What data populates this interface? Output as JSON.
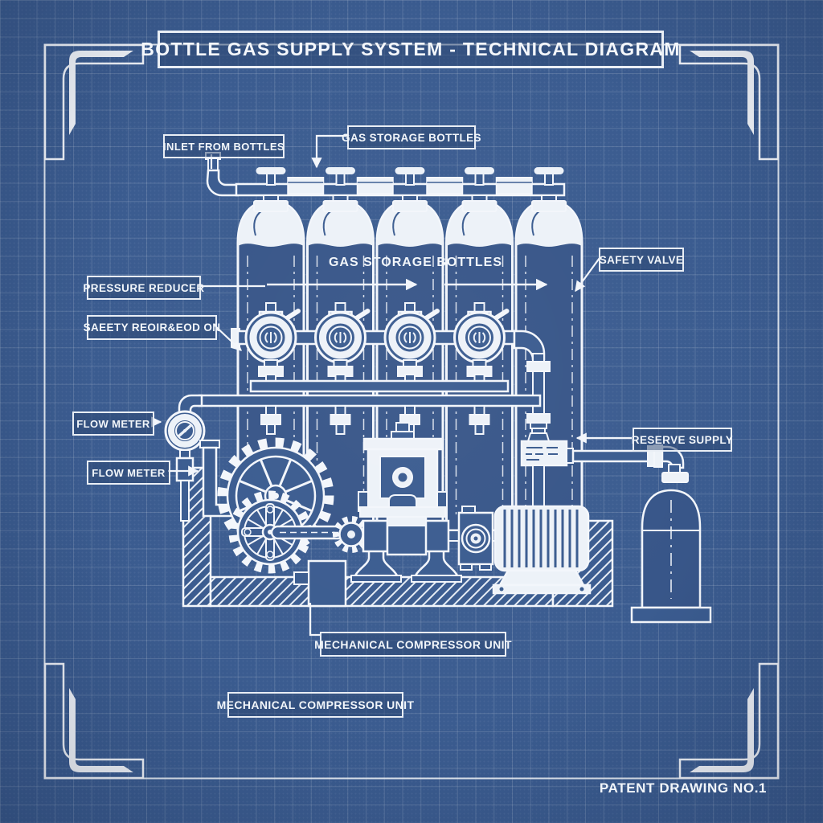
{
  "header": {
    "title": "BOTTLE GAS SUPPLY SYSTEM - TECHNICAL DIAGRAM"
  },
  "labels": {
    "inlet_from_bottles": "INLET FROM BOTTLES",
    "gas_storage_bottles_top": "GAS STORAGE BOTTLES",
    "gas_storage_bottles_overlay": "GAS STORAGE BOTTLES",
    "safety_valve": "SAFETY VALVE",
    "pressure_reducer": "PRESSURE REDUCER",
    "safety_regulator_garbled": "SAEETY REOIR&EOD ON",
    "flow_meter_upper": "FLOW METER",
    "flow_meter_lower": "FLOW METER",
    "reserve_supply": "RESERVE SUPPLY",
    "mechanical_compressor_callout": "MECHANICAL COMPRESSOR UNIT",
    "mechanical_compressor_bottom": "MECHANICAL COMPRESSOR UNIT"
  },
  "footer": {
    "patent_note": "PATENT DRAWING NO.1"
  },
  "colors": {
    "background": "#3b5c90",
    "line": "#f3f6fb",
    "white_fill": "#edf2f8",
    "bottle_tint": "#385689",
    "grid": "rgba(255,255,255,0.14)"
  },
  "diagram": {
    "bottle_count": 5,
    "bottle_centers": [
      337,
      423.5,
      510,
      596.5,
      683
    ],
    "regulator_centers": [
      337,
      423.5,
      510,
      596.5
    ],
    "coupling_centers": [
      380.25,
      466.75,
      553.25,
      639.75
    ],
    "motor_fin_count": 11,
    "rear_gear_spokes": 8,
    "front_gear_spokes": 12
  }
}
